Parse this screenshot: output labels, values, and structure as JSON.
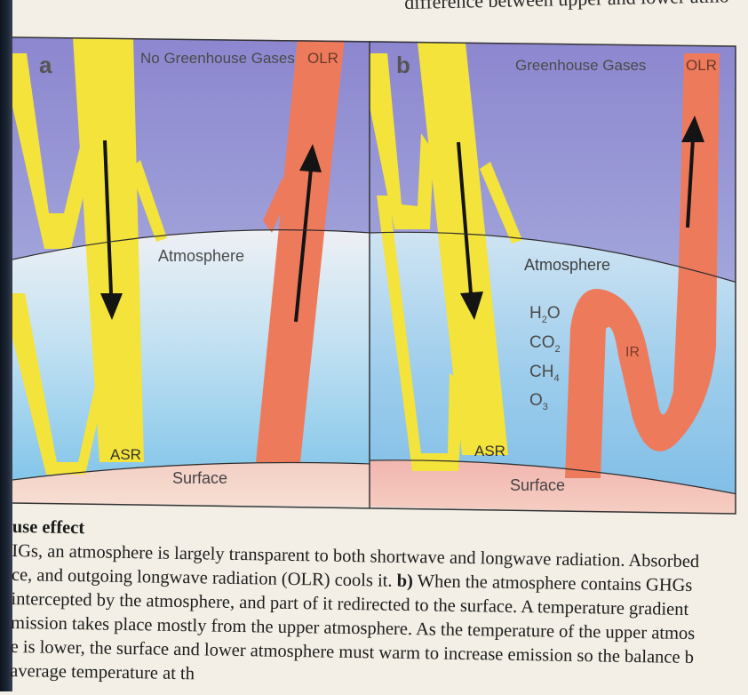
{
  "header": {
    "partial_text": "difference between upper and lower atmo"
  },
  "panel_a": {
    "letter": "a",
    "title": "No Greenhouse Gases",
    "olr_label": "OLR",
    "atmosphere_label": "Atmosphere",
    "asr_label": "ASR",
    "surface_label": "Surface"
  },
  "panel_b": {
    "letter": "b",
    "title": "Greenhouse Gases",
    "olr_label": "OLR",
    "atmosphere_label": "Atmosphere",
    "gases": [
      {
        "base": "H",
        "sub": "2",
        "rest": "O"
      },
      {
        "base": "CO",
        "sub": "2",
        "rest": ""
      },
      {
        "base": "CH",
        "sub": "4",
        "rest": ""
      },
      {
        "base": "O",
        "sub": "3",
        "rest": ""
      }
    ],
    "ir_label": "IR",
    "asr_label": "ASR",
    "surface_label": "Surface"
  },
  "colors": {
    "asr_yellow": "#f4e33a",
    "olr_red": "#ee7a5c",
    "ir_red": "#e8745a",
    "sky_top": "#8f8fcf",
    "atmosphere_blue": "#8ec8e8",
    "surface_pink": "#f3c9bd"
  },
  "caption": {
    "title": "use effect",
    "lines": [
      "IGs, an atmosphere is largely transparent to both shortwave and longwave radiation. Absorbed",
      "ce, and outgoing longwave radiation (OLR) cools it.",
      "b)",
      "When the atmosphere contains GHGs",
      " intercepted by the atmosphere, and part of it redirected to the surface. A temperature gradient",
      "mission takes place mostly from the upper atmosphere. As the temperature of the upper atmos",
      "e is lower, the surface and lower atmosphere must warm to increase emission so the balance b",
      "average temperature at th"
    ]
  }
}
